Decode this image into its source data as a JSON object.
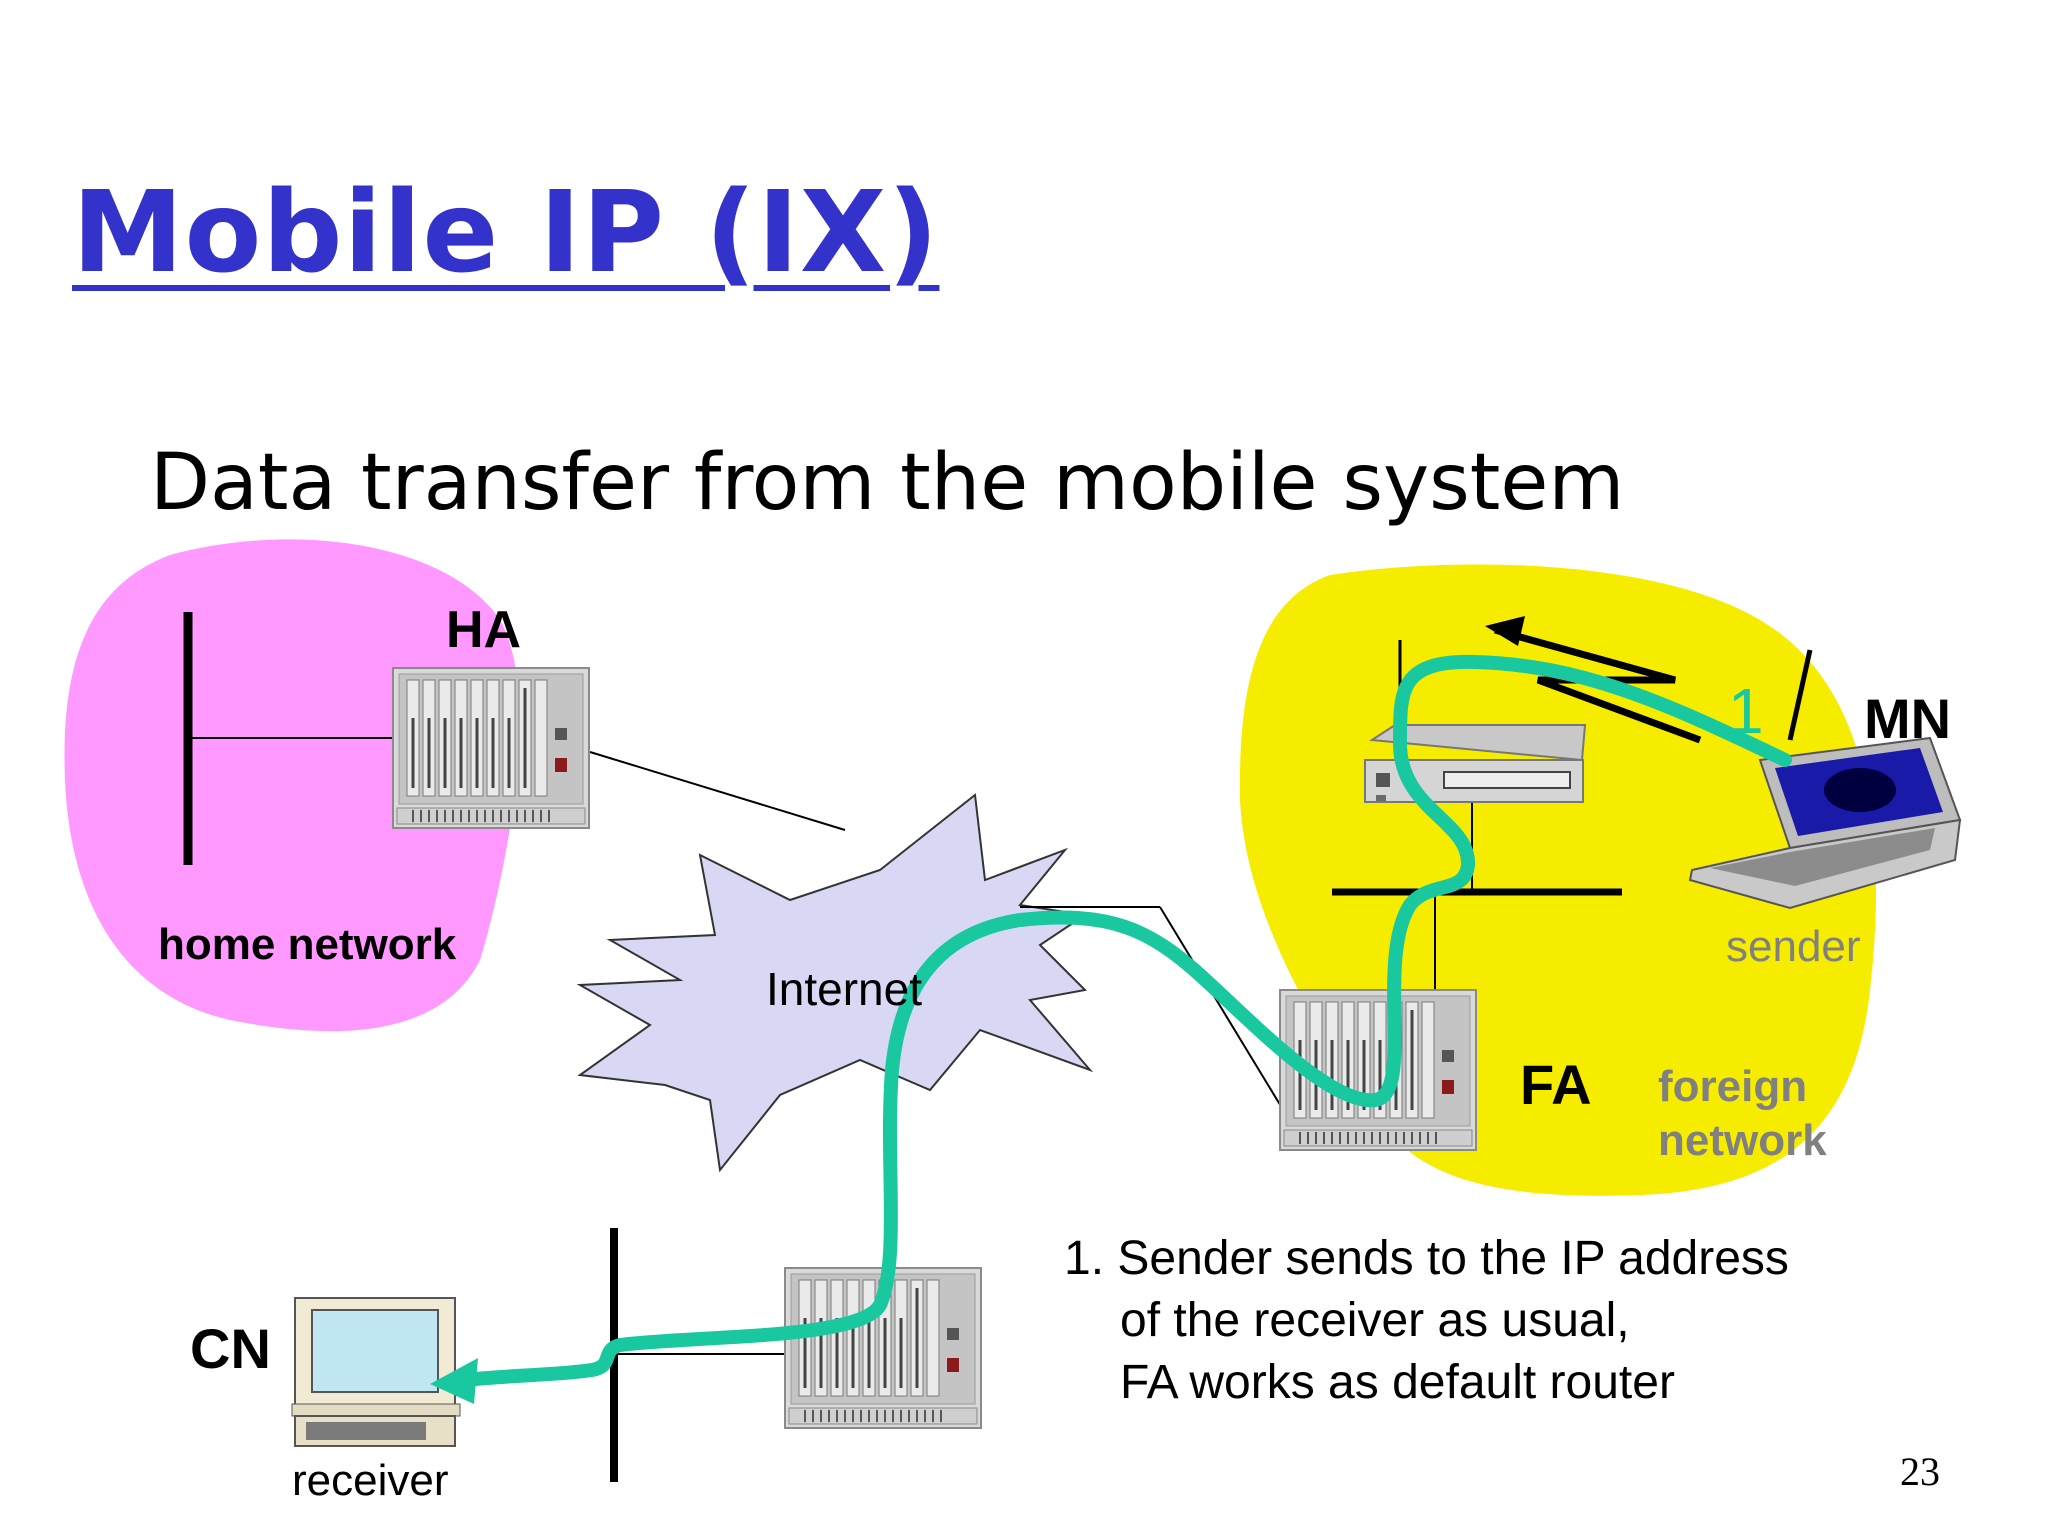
{
  "slide": {
    "title": "Mobile IP (IX)",
    "subtitle": "Data transfer from the mobile system",
    "page_number": "23"
  },
  "nodes": {
    "ha": "HA",
    "mn": "MN",
    "cn": "CN",
    "fa": "FA"
  },
  "networks": {
    "home": "home network",
    "foreign": [
      "foreign",
      "network"
    ],
    "internet": "Internet"
  },
  "roles": {
    "sender": "sender",
    "receiver": "receiver"
  },
  "path_step_marker": "1",
  "steps": [
    {
      "number": "1.",
      "lines": [
        "Sender sends to the IP address",
        "of the receiver as usual,",
        "FA works as default router"
      ]
    }
  ],
  "colors": {
    "title": "#3333cc",
    "home_network": "#ff99ff",
    "foreign_network": "#f5ec00",
    "internet_cloud": "#d8d8f4",
    "data_path": "#1ac8a0",
    "grey_label": "#808080"
  }
}
